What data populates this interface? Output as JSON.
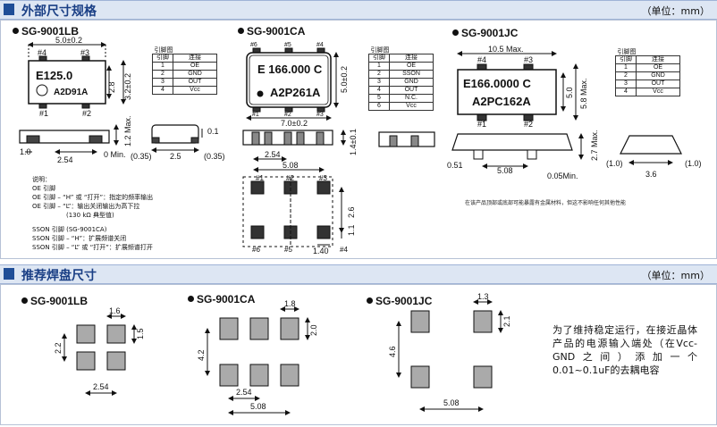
{
  "section1": {
    "title": "外部尺寸规格",
    "unit": "（单位：mm）"
  },
  "section2": {
    "title": "推荐焊盘尺寸",
    "unit": "（单位：mm）"
  },
  "lb": {
    "model": "SG-9001LB",
    "marking1": "E125.0",
    "marking2": "A2D91A",
    "pins_top": [
      "#4",
      "#3"
    ],
    "pins_bottom": [
      "#1",
      "#2"
    ],
    "dims": {
      "width": "5.0±0.2",
      "h1": "2.8",
      "h2": "3.2±0.2",
      "height": "1.2 Max.",
      "d1": "0.1",
      "pitch": "2.54",
      "pad": "1.0",
      "min": "0 Min.",
      "side1": "(0.35)",
      "side2": "2.5",
      "side3": "(0.35)"
    }
  },
  "ca": {
    "model": "SG-9001CA",
    "marking1": "E 166.000 C",
    "marking2": "A2P261A",
    "pins_top": [
      "#6",
      "#5",
      "#4"
    ],
    "pins_bottom": [
      "#1",
      "#2",
      "#3"
    ],
    "dims": {
      "width": "7.0±0.2",
      "height": "5.0±0.2",
      "thick": "1.4±0.1",
      "pitch": "2.54",
      "total": "5.08",
      "pad_pitch": "2.6",
      "pad_h": "1.1",
      "pad_w": "1.40"
    },
    "bottom_pins_top": [
      "#1",
      "#2",
      "#3"
    ],
    "bottom_pins_bottom": [
      "#6",
      "#5",
      "#4"
    ]
  },
  "jc": {
    "model": "SG-9001JC",
    "marking1": "E166.0000 C",
    "marking2": "A2PC162A",
    "pins_top": [
      "#4",
      "#3"
    ],
    "pins_bottom": [
      "#1",
      "#2"
    ],
    "dims": {
      "width": "10.5 Max.",
      "h1": "5.0",
      "h2": "5.8 Max.",
      "thick": "2.7 Max.",
      "lead": "0.51",
      "pitch": "5.08",
      "min": "0.05Min.",
      "s1": "(1.0)",
      "s2": "3.6",
      "s3": "(1.0)"
    }
  },
  "table_lb": {
    "caption": "引脚图",
    "header": [
      "引脚",
      "连接"
    ],
    "rows": [
      [
        "1",
        "OE"
      ],
      [
        "2",
        "GND"
      ],
      [
        "3",
        "OUT"
      ],
      [
        "4",
        "Vcc"
      ]
    ]
  },
  "table_ca": {
    "caption": "引脚图",
    "header": [
      "引脚",
      "连接"
    ],
    "rows": [
      [
        "1",
        "OE"
      ],
      [
        "2",
        "SSON"
      ],
      [
        "3",
        "GND"
      ],
      [
        "4",
        "OUT"
      ],
      [
        "5",
        "N.C."
      ],
      [
        "6",
        "Vcc"
      ]
    ]
  },
  "table_jc": {
    "caption": "引脚图",
    "header": [
      "引脚",
      "连接"
    ],
    "rows": [
      [
        "1",
        "OE"
      ],
      [
        "2",
        "GND"
      ],
      [
        "3",
        "OUT"
      ],
      [
        "4",
        "Vcc"
      ]
    ]
  },
  "notes": {
    "l1": "说明：",
    "l2": "OE 引脚",
    "l3": "OE 引脚 – “H” 或 “打开”：指定的频率输出",
    "l4": "OE 引脚 – “L”：输出关闭输出为高下拉",
    "l5": "(130 kΩ  典型值)",
    "l6": "SSON 引脚  (SG-9001CA)",
    "l7": "SSON 引脚 – “H”：扩展频谱关闭",
    "l8": "SSON 引脚 – “L” 或 “打开”：扩展频谱打开"
  },
  "note2": "在该产品顶部或底部可能暴露有金属材料，但这不影响任何其他性能",
  "pads": {
    "lb": {
      "model": "SG-9001LB",
      "w": "1.6",
      "h": "1.5",
      "span": "2.2",
      "pitch": "2.54"
    },
    "ca": {
      "model": "SG-9001CA",
      "w": "1.8",
      "h": "2.0",
      "span": "4.2",
      "pitch": "2.54",
      "total": "5.08"
    },
    "jc": {
      "model": "SG-9001JC",
      "w": "1.3",
      "h": "2.1",
      "span": "4.6",
      "pitch": "5.08"
    }
  },
  "tip": "为了维持稳定运行，在接近晶体产品的电源输入端处（在Vcc-GND之间）添加一个0.01~0.1uF的去耦电容"
}
